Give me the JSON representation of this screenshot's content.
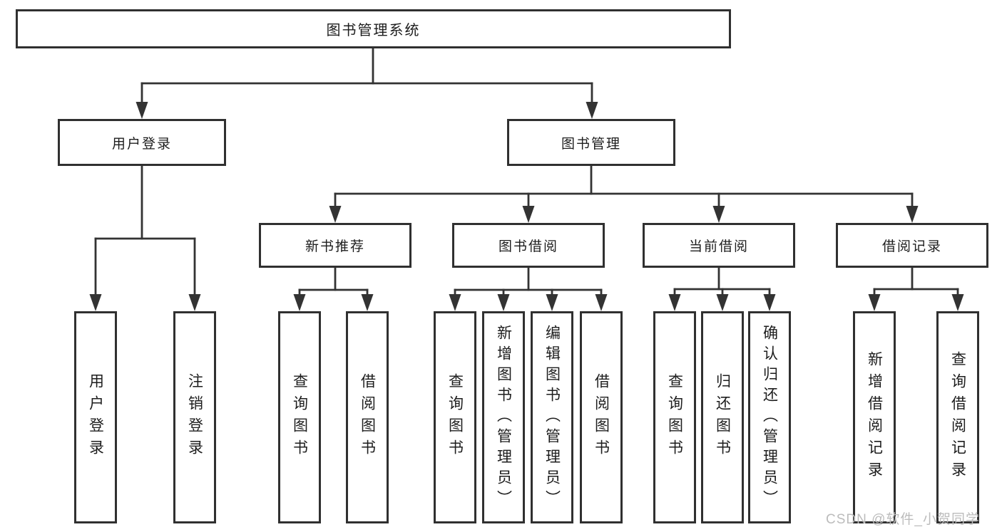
{
  "colors": {
    "line": "#333333",
    "border": "#303030",
    "text": "#1d1d1d",
    "watermark_text_color": "#bcbcbc",
    "background": "#ffffff"
  },
  "watermark": "CSDN @软件_小贺同学",
  "tree": {
    "root": {
      "label": "图书管理系统"
    },
    "branches": [
      {
        "label": "用户登录",
        "children": [
          {
            "label": "用户登录"
          },
          {
            "label": "注销登录"
          }
        ]
      },
      {
        "label": "图书管理",
        "children": [
          {
            "label": "新书推荐",
            "children": [
              {
                "label": "查询图书"
              },
              {
                "label": "借阅图书"
              }
            ]
          },
          {
            "label": "图书借阅",
            "children": [
              {
                "label": "查询图书"
              },
              {
                "label": "新增图书（管理员）"
              },
              {
                "label": "编辑图书（管理员）"
              },
              {
                "label": "借阅图书"
              }
            ]
          },
          {
            "label": "当前借阅",
            "children": [
              {
                "label": "查询图书"
              },
              {
                "label": "归还图书"
              },
              {
                "label": "确认归还（管理员）"
              }
            ]
          },
          {
            "label": "借阅记录",
            "children": [
              {
                "label": "新增借阅记录"
              },
              {
                "label": "查询借阅记录"
              }
            ]
          }
        ]
      }
    ]
  }
}
